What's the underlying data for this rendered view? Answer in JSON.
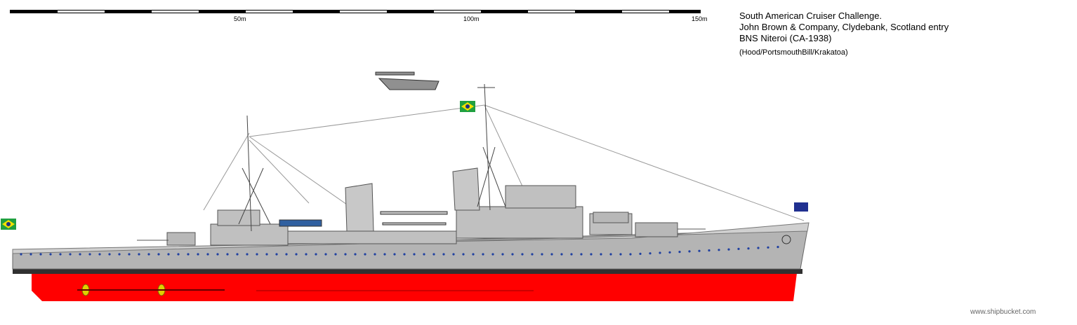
{
  "scale_bar": {
    "ticks": [
      "50m",
      "100m",
      "150m"
    ]
  },
  "caption": {
    "line1": "South American Cruiser Challenge.",
    "line2": "John Brown & Company, Clydebank, Scotland  entry",
    "line3": "BNS Niteroi (CA-1938)",
    "credits": "(Hood/PortsmouthBill/Krakatoa)"
  },
  "watermark": "www.shipbucket.com",
  "colors": {
    "hull": "#b4b4b4",
    "antifouling": "#ff0000",
    "boot": "#303030",
    "deck": "#c8c8c8",
    "porthole": "#2040a0"
  }
}
